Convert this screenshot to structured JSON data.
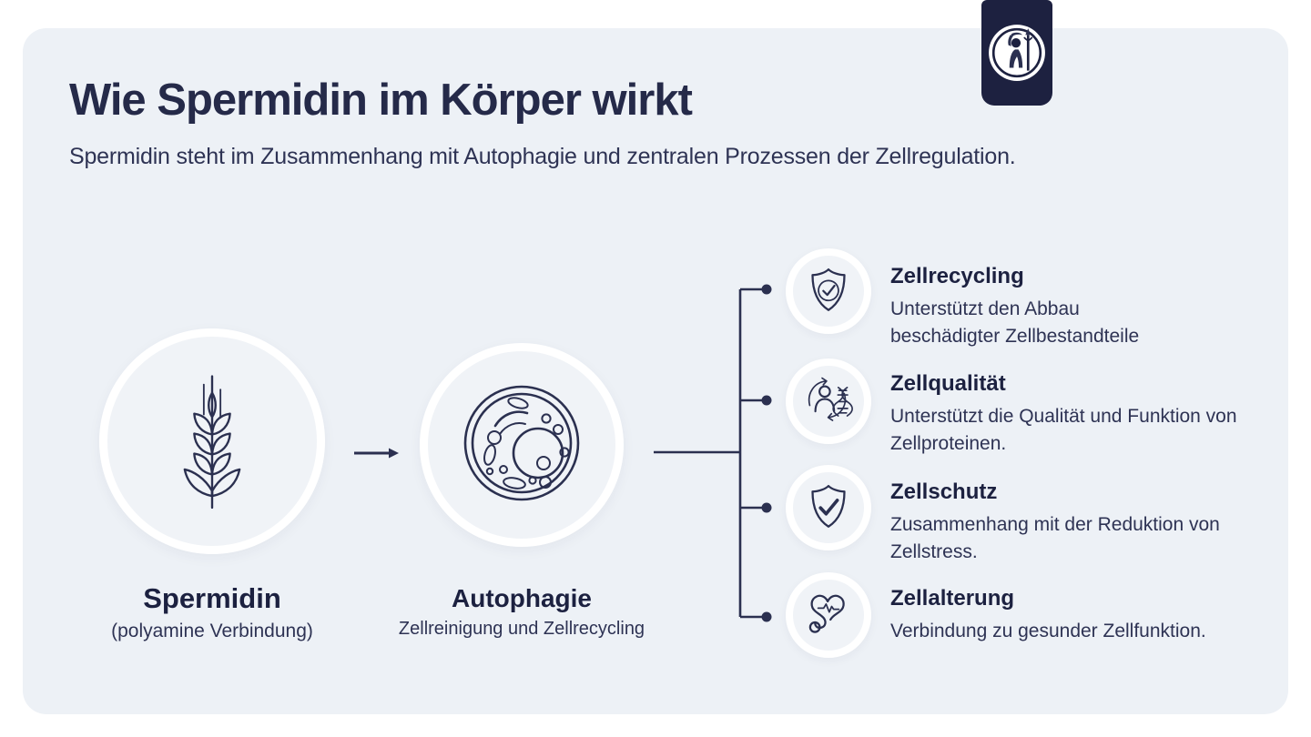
{
  "theme": {
    "page-bg": "#ffffff",
    "card-bg": "#edf1f6",
    "navy": "#252a49",
    "ink": "#2e3354",
    "logo-bg": "#1d2140",
    "line": "#2b3050",
    "ring": "#ffffff"
  },
  "header": {
    "title": "Wie Spermidin im Körper wirkt",
    "subtitle": "Spermidin steht im Zusammenhang mit Autophagie und zentralen Prozessen der Zellregulation."
  },
  "logo": {
    "icon": "athena-emblem-icon"
  },
  "flow": {
    "source": {
      "title": "Spermidin",
      "subtitle": "(polyamine Verbindung)",
      "icon": "wheat-icon"
    },
    "process": {
      "title": "Autophagie",
      "subtitle": "Zellreinigung und Zellrecycling",
      "icon": "cell-icon"
    },
    "branches": [
      {
        "title": "Zellrecycling",
        "description": "Unterstützt den Abbau\nbeschädigter Zellbestandteile",
        "icon": "shield-check-circle-icon"
      },
      {
        "title": "Zellqualität",
        "description": "Unterstützt die Qualität und Funktion von\nZellproteinen.",
        "icon": "person-dna-cycle-icon"
      },
      {
        "title": "Zellschutz",
        "description": "Zusammenhang mit der Reduktion von\nZellstress.",
        "icon": "shield-check-icon"
      },
      {
        "title": "Zellalterung",
        "description": "Verbindung zu gesunder Zellfunktion.",
        "icon": "heart-pulse-icon"
      }
    ]
  }
}
